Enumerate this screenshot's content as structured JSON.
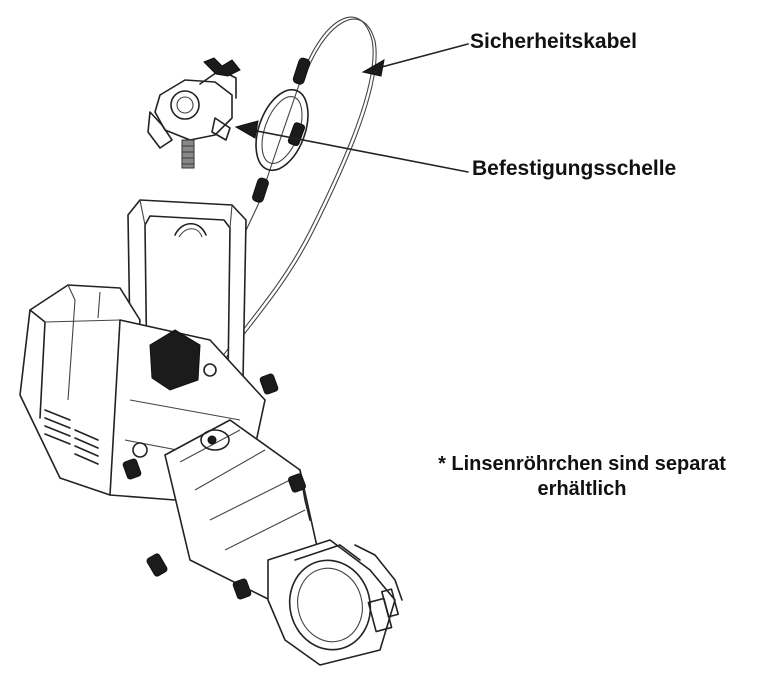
{
  "labels": {
    "safety_cable": "Sicherheitskabel",
    "mounting_clamp": "Befestigungsschelle",
    "note_line1": "* Linsenröhrchen sind separat",
    "note_line2": "erhältlich"
  },
  "colors": {
    "text": "#111111",
    "line": "#222222",
    "background": "#ffffff"
  }
}
